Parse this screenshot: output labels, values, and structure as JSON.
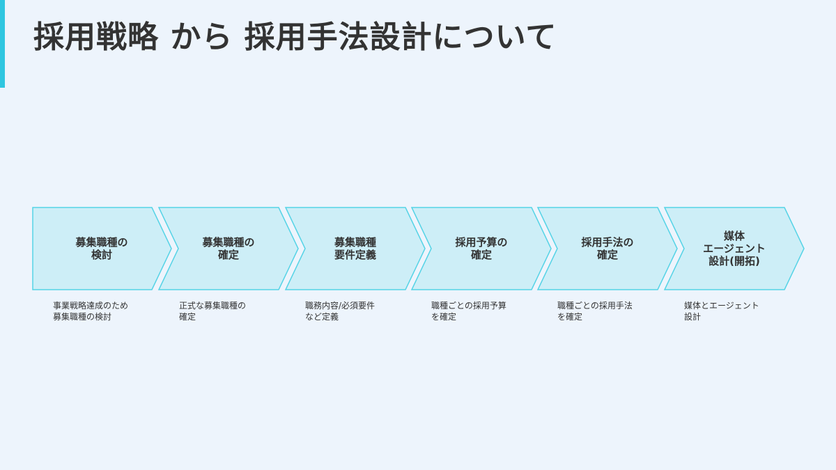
{
  "title": "採用戦略 から 採用手法設計について",
  "colors": {
    "accent": "#2fc6e0",
    "chevron_fill": "#cdeef7",
    "chevron_stroke": "#55d3e6",
    "background": "#edf4fc",
    "text": "#333333"
  },
  "steps": [
    {
      "label": "募集職種の\n検討",
      "description": "事業戦略達成のため\n募集職種の検討"
    },
    {
      "label": "募集職種の\n確定",
      "description": "正式な募集職種の\n確定"
    },
    {
      "label": "募集職種\n要件定義",
      "description": "職務内容/必須要件\nなど定義"
    },
    {
      "label": "採用予算の\n確定",
      "description": "職種ごとの採用予算\nを確定"
    },
    {
      "label": "採用手法の\n確定",
      "description": "職種ごとの採用手法\nを確定"
    },
    {
      "label": "媒体\nエージェント\n設計(開拓)",
      "description": "媒体とエージェント\n設計"
    }
  ]
}
